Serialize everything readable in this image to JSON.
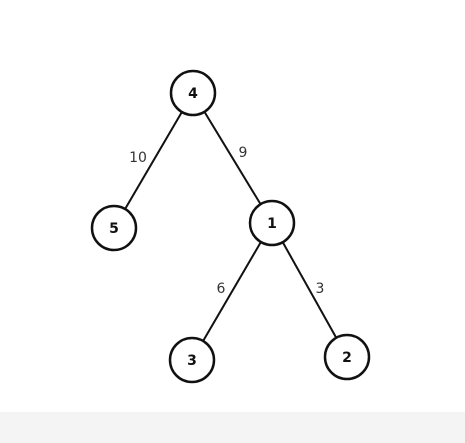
{
  "tree": {
    "nodes": [
      {
        "id": "n4",
        "label": "4"
      },
      {
        "id": "n5",
        "label": "5"
      },
      {
        "id": "n1",
        "label": "1"
      },
      {
        "id": "n3",
        "label": "3"
      },
      {
        "id": "n2",
        "label": "2"
      }
    ],
    "edges": [
      {
        "from": "n4",
        "to": "n5",
        "weight": "10"
      },
      {
        "from": "n4",
        "to": "n1",
        "weight": "9"
      },
      {
        "from": "n1",
        "to": "n3",
        "weight": "6"
      },
      {
        "from": "n1",
        "to": "n2",
        "weight": "3"
      }
    ]
  },
  "colors": {
    "stroke": "#111111",
    "node_fill": "#ffffff",
    "weight_text": "#333333"
  }
}
